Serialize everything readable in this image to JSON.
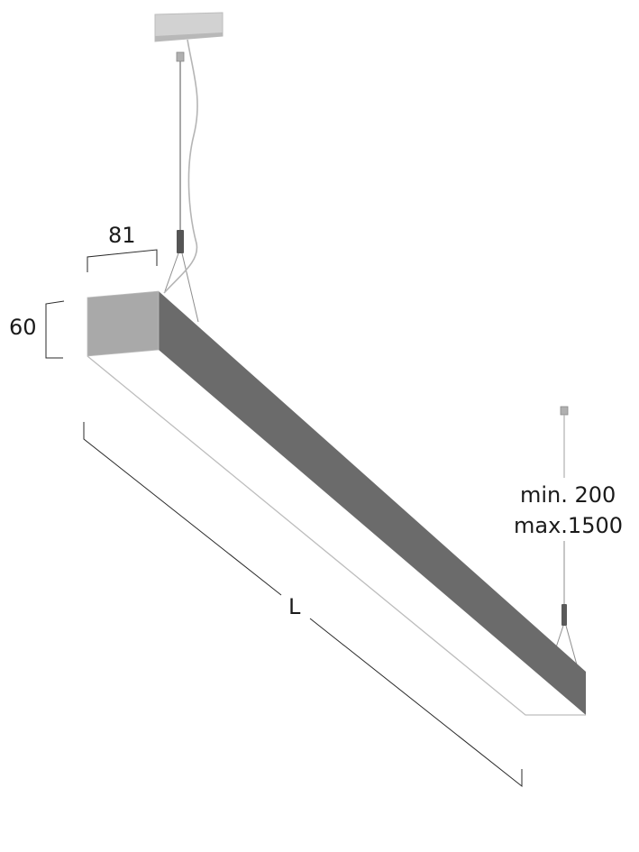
{
  "figure": {
    "subject": "linear pendant luminaire technical drawing",
    "colors": {
      "background": "#ffffff",
      "end_cap": "#a9a9a9",
      "side_face": "#6b6b6b",
      "canopy": "#d4d4d4",
      "cable": "#9a9a9a",
      "dimension_line": "#2a2a2a",
      "diffuser_edge": "#bdbdbd"
    }
  },
  "dimensions": {
    "width": {
      "label": "81"
    },
    "height": {
      "label": "60"
    },
    "length": {
      "label": "L"
    },
    "suspension": {
      "min_label": "min. 200",
      "max_label": "max.1500"
    }
  }
}
